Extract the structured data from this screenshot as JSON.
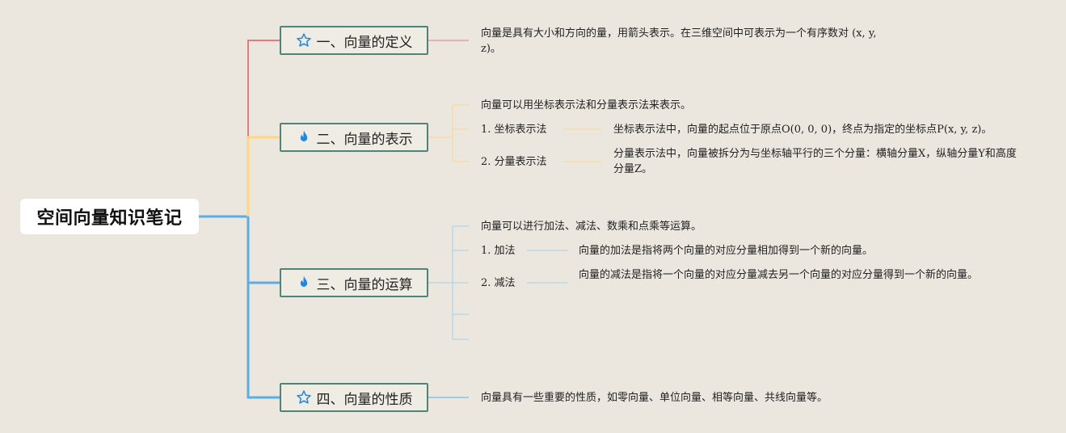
{
  "root": {
    "title": "空间向量知识笔记"
  },
  "icons": {
    "star": "star-outline-icon",
    "fire": "flame-icon",
    "star_color": "#1e88e5",
    "fire_color": "#1e88e5"
  },
  "colors": {
    "red": "#e77b7b",
    "yellow": "#ffd580",
    "blue": "#5aaee6",
    "node_border": "#4f8578"
  },
  "branches": [
    {
      "title": "一、向量的定义",
      "icon": "star",
      "items": [
        {
          "text": "向量是具有大小和方向的量，用箭头表示。在三维空间中可表示为一个有序数对 (x, y, z)。"
        }
      ]
    },
    {
      "title": "二、向量的表示",
      "icon": "fire",
      "intro": "向量可以用坐标表示法和分量表示法来表示。",
      "items": [
        {
          "label": "1. 坐标表示法",
          "text": "坐标表示法中，向量的起点位于原点O(0, 0, 0)，终点为指定的坐标点P(x, y, z)。"
        },
        {
          "label": "2. 分量表示法",
          "text": "分量表示法中，向量被拆分为与坐标轴平行的三个分量：横轴分量X，纵轴分量Y和高度分量Z。"
        }
      ]
    },
    {
      "title": "三、向量的运算",
      "icon": "fire",
      "intro": "向量可以进行加法、减法、数乘和点乘等运算。",
      "items": [
        {
          "label": "1. 加法",
          "text": "向量的加法是指将两个向量的对应分量相加得到一个新的向量。"
        },
        {
          "label": "2. 减法",
          "text": "向量的减法是指将一个向量的对应分量减去另一个向量的对应分量得到一个新的向量。"
        }
      ]
    },
    {
      "title": "四、向量的性质",
      "icon": "star",
      "items": [
        {
          "text": "向量具有一些重要的性质，如零向量、单位向量、相等向量、共线向量等。"
        }
      ]
    }
  ]
}
